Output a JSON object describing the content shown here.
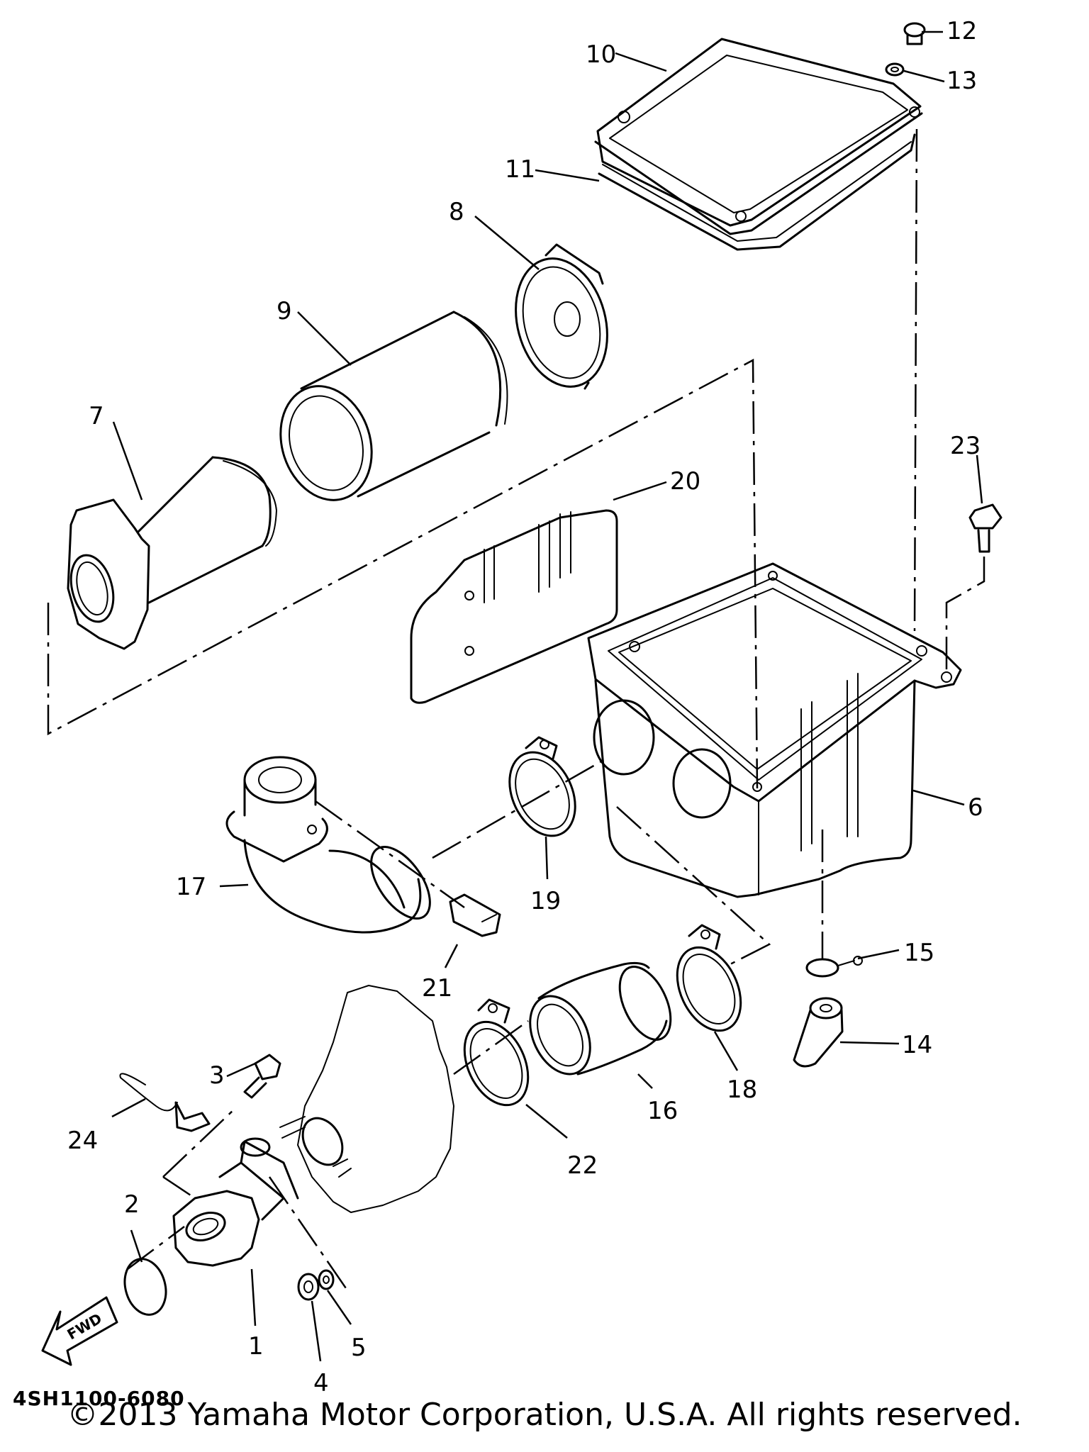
{
  "callouts": [
    {
      "id": "c1",
      "text": "1"
    },
    {
      "id": "c2",
      "text": "2"
    },
    {
      "id": "c3",
      "text": "3"
    },
    {
      "id": "c4",
      "text": "4"
    },
    {
      "id": "c5",
      "text": "5"
    },
    {
      "id": "c6",
      "text": "6"
    },
    {
      "id": "c7",
      "text": "7"
    },
    {
      "id": "c8",
      "text": "8"
    },
    {
      "id": "c9",
      "text": "9"
    },
    {
      "id": "c10",
      "text": "10"
    },
    {
      "id": "c11",
      "text": "11"
    },
    {
      "id": "c12",
      "text": "12"
    },
    {
      "id": "c13",
      "text": "13"
    },
    {
      "id": "c14",
      "text": "14"
    },
    {
      "id": "c15",
      "text": "15"
    },
    {
      "id": "c16",
      "text": "16"
    },
    {
      "id": "c17",
      "text": "17"
    },
    {
      "id": "c18",
      "text": "18"
    },
    {
      "id": "c19",
      "text": "19"
    },
    {
      "id": "c20",
      "text": "20"
    },
    {
      "id": "c21",
      "text": "21"
    },
    {
      "id": "c22",
      "text": "22"
    },
    {
      "id": "c23",
      "text": "23"
    },
    {
      "id": "c24",
      "text": "24"
    }
  ],
  "fwd_label": "FWD",
  "diagram_code": "4SH1100-6080",
  "copyright": "©2013 Yamaha Motor Corporation, U.S.A. All rights reserved."
}
